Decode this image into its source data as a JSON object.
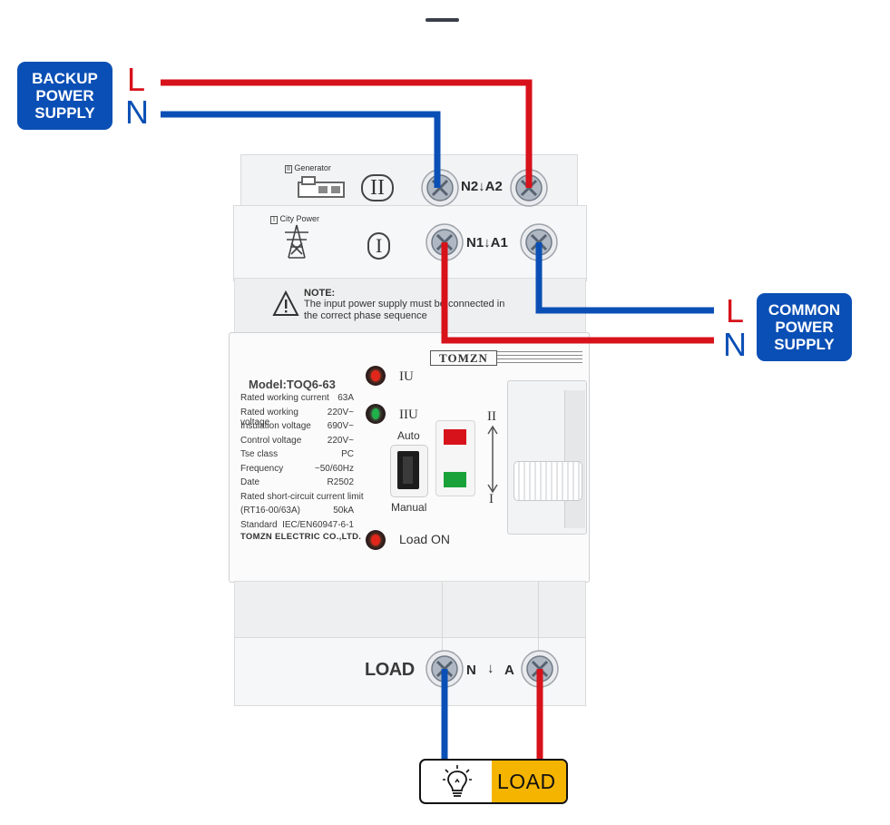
{
  "backup_supply": {
    "lines": [
      "BACKUP",
      "POWER",
      "SUPPLY"
    ],
    "L": "L",
    "N": "N"
  },
  "common_supply": {
    "lines": [
      "COMMON",
      "POWER",
      "SUPPLY"
    ],
    "L": "L",
    "N": "N"
  },
  "source_labels": {
    "generator": "Generator",
    "generator_symbol": "II",
    "city_power": "City Power",
    "city_symbol": "I"
  },
  "terminals": {
    "top": "N2↓A2",
    "mid": "N1↓A1",
    "load_label": "LOAD",
    "load_N": "N",
    "load_arrow": "↓",
    "load_A": "A"
  },
  "note": {
    "title": "NOTE:",
    "line1": "The input power supply must be connected in",
    "line2": "the correct phase sequence"
  },
  "brand": "TOMZN",
  "model": "Model:TOQ6-63",
  "specs": [
    {
      "label": "Rated working current",
      "value": "63A"
    },
    {
      "label": "Rated working voltage",
      "value": "220V~"
    },
    {
      "label": "Insulation voltage",
      "value": "690V~"
    },
    {
      "label": "Control voltage",
      "value": "220V~"
    },
    {
      "label": "Tse class",
      "value": "PC"
    },
    {
      "label": "Frequency",
      "value": "~50/60Hz"
    },
    {
      "label": "Date",
      "value": "R2502"
    }
  ],
  "spec_extra": {
    "line1": "Rated short-circuit current limit",
    "line2_label": "(RT16-00/63A)",
    "line2_value": "50kA",
    "line3_label": "Standard",
    "line3_value": "IEC/EN60947-6-1"
  },
  "manufacturer": "TOMZN ELECTRIC CO.,LTD.",
  "indicators": {
    "iu": "IU",
    "iiu": "IIU",
    "load_on": "Load ON"
  },
  "mode": {
    "auto": "Auto",
    "manual": "Manual"
  },
  "switch_positions": {
    "upper": "II",
    "lower": "I"
  },
  "load_box": {
    "label": "LOAD"
  },
  "colors": {
    "live": "#d7121b",
    "neutral": "#0a4fb5",
    "tag_bg": "#0a4fb5",
    "load_yellow": "#f5b400",
    "led_red": "#e3261b",
    "led_green": "#20b24a"
  }
}
